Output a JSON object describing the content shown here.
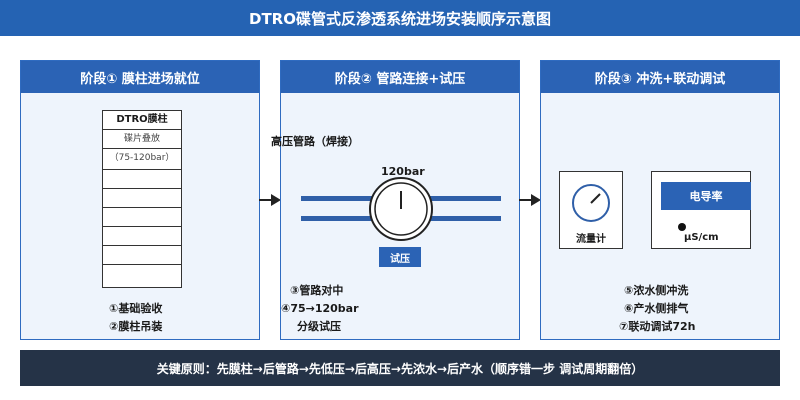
{
  "title": "DTRO碟管式反渗透系统进场安装顺序示意图",
  "stage1": {
    "header": "阶段① 膜柱进场就位",
    "column_title": "DTRO膜柱",
    "column_sub1": "碟片叠放",
    "column_sub2": "（75-120bar）",
    "step1": "①基础验收",
    "step2": "②膜柱吊装"
  },
  "stage2": {
    "header": "阶段② 管路连接+试压",
    "pipe_label": "高压管路（焊接）",
    "gauge_label": "120bar",
    "test_badge": "试压",
    "step3": "③管路对中",
    "step4": "④75→120bar",
    "step4b": "分级试压"
  },
  "stage3": {
    "header": "阶段③ 冲洗+联动调试",
    "flow_meter_label": "流量计",
    "conductivity_label": "电导率",
    "conductivity_unit": "μS/cm",
    "step5": "⑤浓水侧冲洗",
    "step6": "⑥产水侧排气",
    "step7": "⑦联动调试72h"
  },
  "footer": "关键原则：先膜柱→后管路→先低压→后高压→先浓水→后产水（顺序错一步 调试周期翻倍）",
  "colors": {
    "title_blue": "#2563b3",
    "header_blue": "#2b63b5",
    "pipe_blue": "#2f5fa8",
    "panel_fill": "#eef4fc",
    "footer_dark": "#253347"
  }
}
